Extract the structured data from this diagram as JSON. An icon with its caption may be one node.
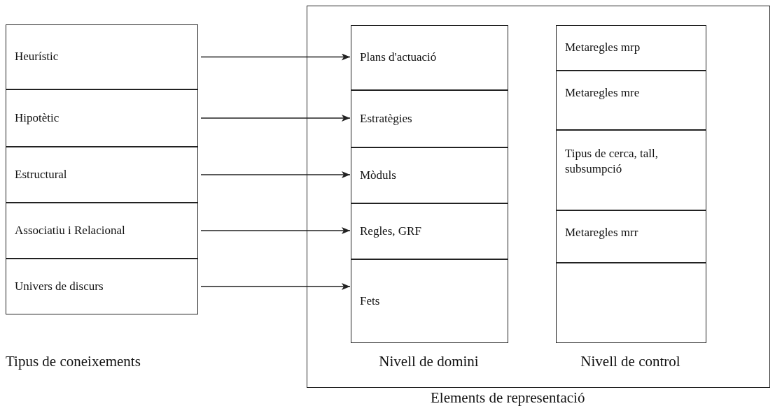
{
  "diagram": {
    "nodes": [
      {
        "text": [
          "Elements de representació"
        ]
      },
      {
        "text": [
          "Heurístic"
        ]
      },
      {
        "text": [
          "Hipotètic"
        ]
      },
      {
        "text": [
          "Estructural"
        ]
      },
      {
        "text": [
          "Associatiu i Relacional"
        ]
      },
      {
        "text": [
          "Univers de discurs"
        ]
      },
      {
        "text": [
          "Plans d'actuació"
        ],
        "in": 0
      },
      {
        "text": [
          "Estratègies"
        ],
        "in": 0
      },
      {
        "text": [
          "Mòduls"
        ],
        "in": 0
      },
      {
        "text": [
          "Regles, GRF"
        ],
        "in": 0
      },
      {
        "text": [
          "Fets"
        ],
        "in": 0
      },
      {
        "text": [
          "Metaregles mrp"
        ],
        "in": 0
      },
      {
        "text": [
          "Metaregles mre"
        ],
        "in": 0
      },
      {
        "text": [
          "Tipus de cerca, tall, subsumpció"
        ],
        "in": 0
      },
      {
        "text": [
          "Metaregles mrr"
        ],
        "in": 0
      },
      {
        "text": [],
        "shape": "box",
        "in": 0
      }
    ],
    "edges": [
      {
        "from": 1,
        "to": 6,
        "arrow": "to"
      },
      {
        "from": 2,
        "to": 7,
        "arrow": "to"
      },
      {
        "from": 3,
        "to": 8,
        "arrow": "to"
      },
      {
        "from": 4,
        "to": 9,
        "arrow": "to"
      },
      {
        "from": 5,
        "to": 10,
        "arrow": "to"
      }
    ],
    "labels": [
      "Tipus de coneixements",
      "Nivell de domini",
      "Nivell de control"
    ]
  }
}
